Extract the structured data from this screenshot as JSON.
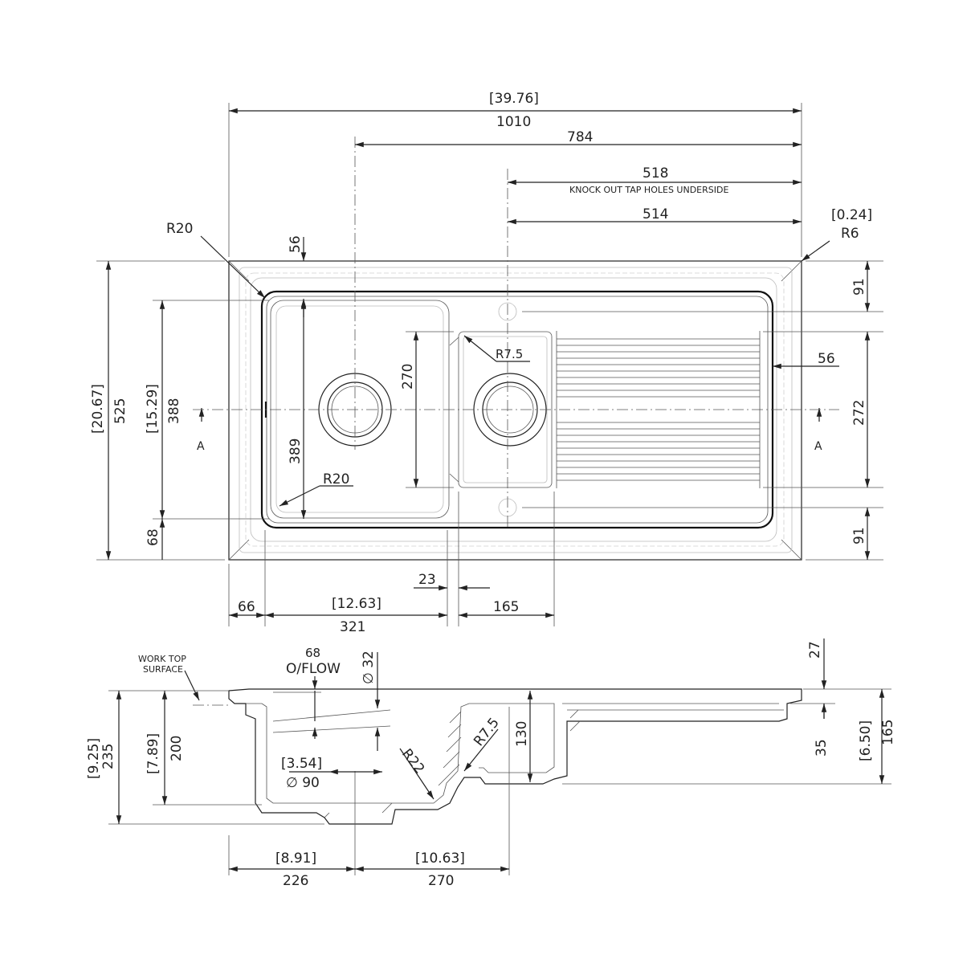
{
  "plan": {
    "overall_width_in": "[39.76]",
    "overall_width": "1010",
    "left_waste_offset": "784",
    "tap_hole_offset": "518",
    "tap_hole_note": "KNOCK OUT TAP HOLES UNDERSIDE",
    "drainer_offset": "514",
    "corner_radius_in": "[0.24]",
    "corner_radius": "R6",
    "bowl_radius_top": "R20",
    "bowl_radius_bottom": "R20",
    "top_margin": "56",
    "overall_depth_in": "[20.67]",
    "overall_depth": "525",
    "bowl_length_in": "[15.29]",
    "bowl_length": "388",
    "bowl_length_inner": "389",
    "bottom_margin": "68",
    "half_bowl_length": "270",
    "half_bowl_radius": "R7.5",
    "tap_hole_top_offset": "91",
    "tap_hole_bottom_offset": "91",
    "drainer_side_margin": "56",
    "drainer_groove_span": "272",
    "section_mark_left": "A",
    "section_mark_right": "A",
    "left_edge_margin": "66",
    "main_bowl_width_in": "[12.63]",
    "main_bowl_width": "321",
    "bowl_divider": "23",
    "half_bowl_width": "165"
  },
  "section": {
    "worktop_label_1": "WORK TOP",
    "worktop_label_2": "SURFACE",
    "overflow_height": "68",
    "overflow_label": "O/FLOW",
    "overflow_diameter": "∅ 32",
    "waste_diameter_in": "[3.54]",
    "waste_diameter": "∅ 90",
    "inner_radius": "R22",
    "half_bowl_radius": "R7.5",
    "half_bowl_depth": "130",
    "total_depth_in": "[9.25]",
    "total_depth": "235",
    "bowl_depth_in": "[7.89]",
    "bowl_depth": "200",
    "rim_height": "27",
    "drainer_depth": "35",
    "half_bowl_overall_in": "[6.50]",
    "half_bowl_overall": "165",
    "waste_offset_in": "[8.91]",
    "waste_offset": "226",
    "waste_spacing_in": "[10.63]",
    "waste_spacing": "270"
  },
  "colors": {
    "line": "#222222",
    "ghost": "#bbbbbb",
    "background": "#ffffff"
  }
}
